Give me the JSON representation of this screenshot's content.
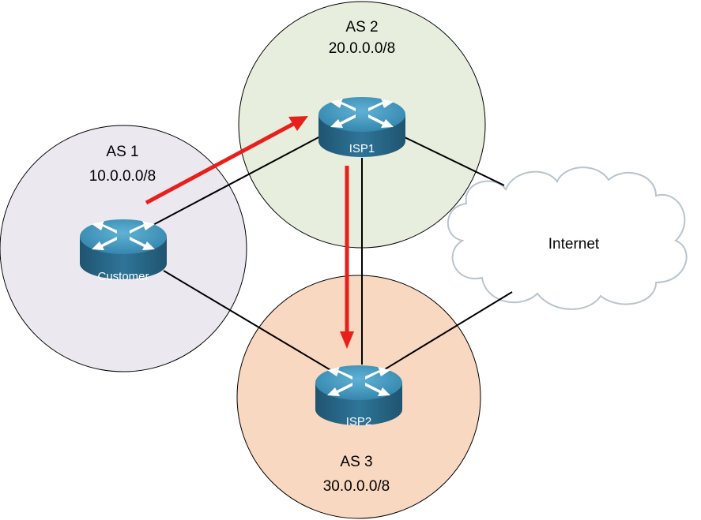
{
  "autonomous_systems": [
    {
      "id": "as1",
      "name": "AS 1",
      "prefix": "10.0.0.0/8",
      "color": "#ECE8F0"
    },
    {
      "id": "as2",
      "name": "AS 2",
      "prefix": "20.0.0.0/8",
      "color": "#E8EEDD"
    },
    {
      "id": "as3",
      "name": "AS 3",
      "prefix": "30.0.0.0/8",
      "color": "#F8D8C0"
    }
  ],
  "routers": [
    {
      "id": "customer",
      "label": "Customer"
    },
    {
      "id": "isp1",
      "label": "ISP1"
    },
    {
      "id": "isp2",
      "label": "ISP2"
    }
  ],
  "cloud": {
    "label": "Internet"
  },
  "colors": {
    "router_body": "#2B6F8E",
    "router_top": "#4A9BC0",
    "arrow": "#E8201C",
    "link": "#000000"
  }
}
